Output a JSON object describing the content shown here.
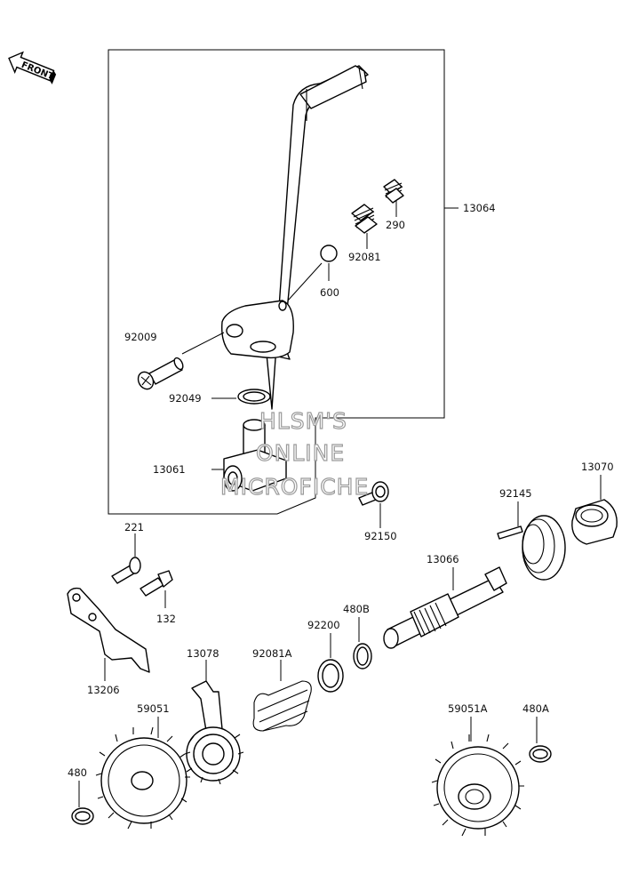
{
  "orientation_label": "FRONT",
  "watermark": [
    "HLSM'S",
    "ONLINE",
    "MICROFICHE"
  ],
  "parts": {
    "p13064": "13064",
    "p290": "290",
    "p92081": "92081",
    "p600": "600",
    "p92009": "92009",
    "p92049": "92049",
    "p13061": "13061",
    "p92150": "92150",
    "p221": "221",
    "p132": "132",
    "p13206": "13206",
    "p13078": "13078",
    "p92081A": "92081A",
    "p92200": "92200",
    "p480B": "480B",
    "p13066": "13066",
    "p92145": "92145",
    "p13070": "13070",
    "p59051": "59051",
    "p480": "480",
    "p59051A": "59051A",
    "p480A": "480A"
  }
}
